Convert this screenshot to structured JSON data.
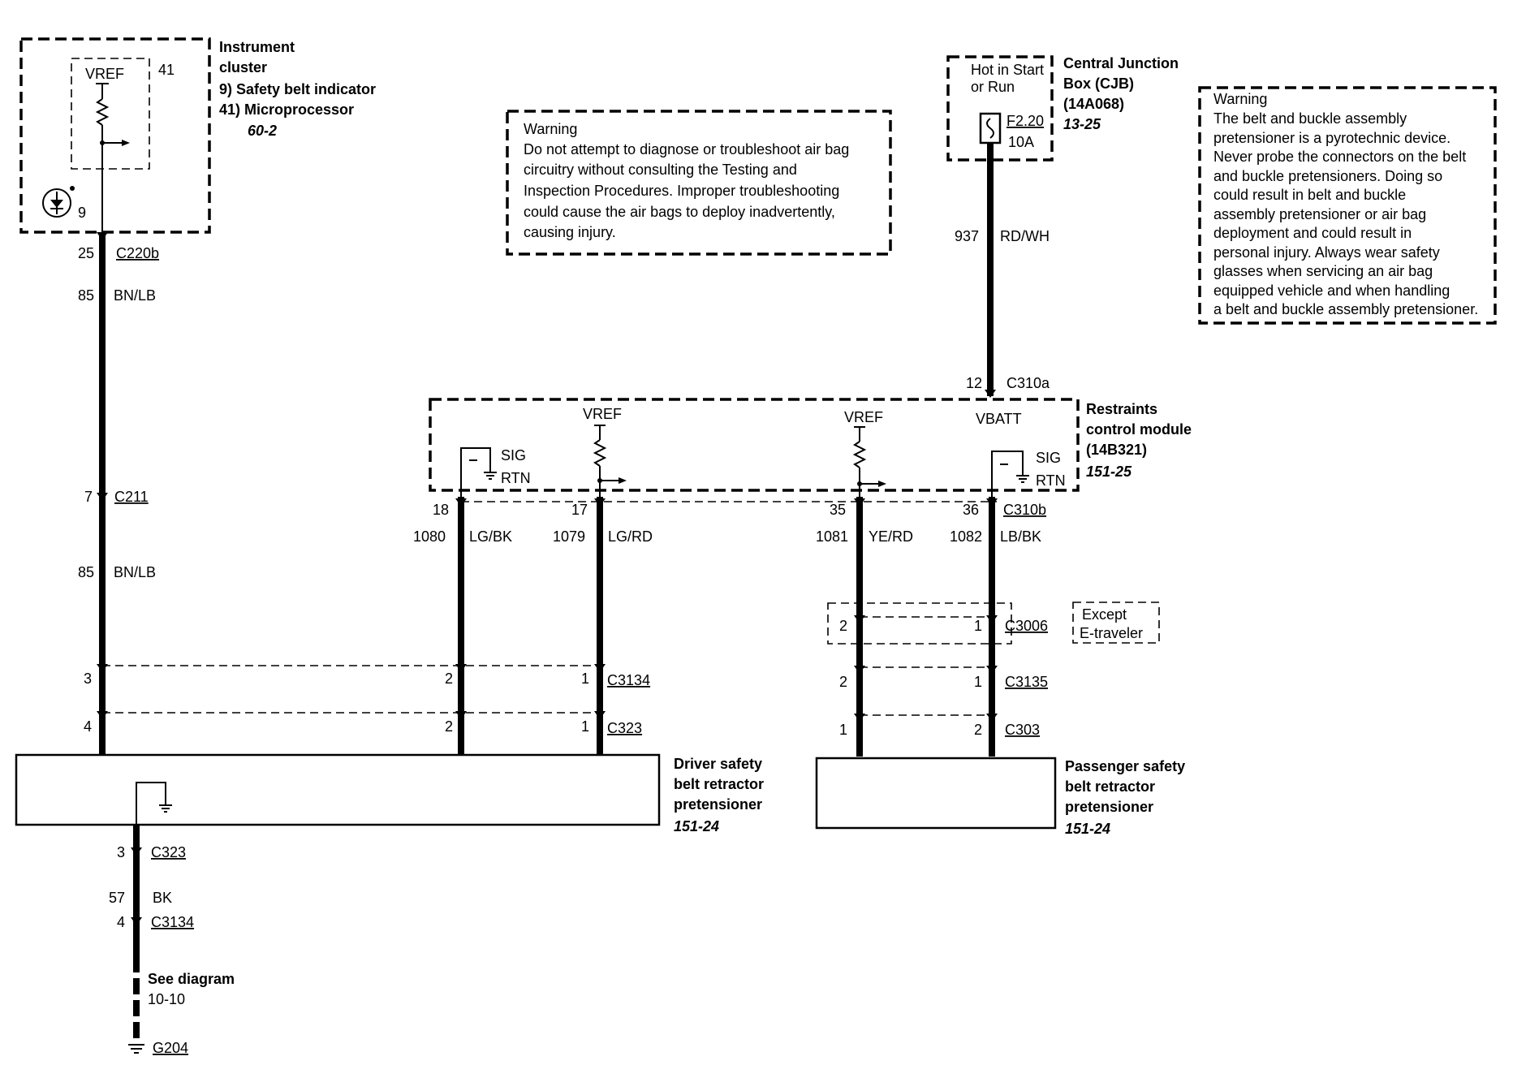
{
  "cluster": {
    "title1": "Instrument",
    "title2": "cluster",
    "item1": "9) Safety belt indicator",
    "item2": "41) Microprocessor",
    "ref": "60-2",
    "vref": "VREF",
    "pin41": "41",
    "pin9": "9"
  },
  "left_wire": {
    "c220b_pin": "25",
    "c220b": "C220b",
    "w1_num": "85",
    "w1_color": "BN/LB",
    "c211_pin": "7",
    "c211": "C211",
    "w2_num": "85",
    "w2_color": "BN/LB",
    "c3134_pin": "3",
    "c323_pin": "4"
  },
  "warning1": {
    "title": "Warning",
    "lines": [
      "Do not attempt to diagnose or troubleshoot air bag",
      "circuitry without consulting the Testing and",
      "Inspection Procedures. Improper troubleshooting",
      "could cause the air bags to deploy inadvertently,",
      "causing injury."
    ]
  },
  "cjb": {
    "hot1": "Hot in Start",
    "hot2": "or Run",
    "fuse": "F2.20",
    "amps": "10A",
    "title1": "Central Junction",
    "title2": "Box (CJB)",
    "title3": "(14A068)",
    "ref": "13-25",
    "wire_num": "937",
    "wire_color": "RD/WH",
    "c310a_pin": "12",
    "c310a": "C310a"
  },
  "warning2": {
    "title": "Warning",
    "lines": [
      "The belt and buckle assembly",
      "pretensioner is a pyrotechnic device.",
      "Never probe the connectors on the belt",
      "and buckle pretensioners. Doing so",
      "could result in belt and buckle",
      "assembly pretensioner or air bag",
      "deployment and could result in",
      "personal injury. Always wear safety",
      "glasses when servicing an air bag",
      "equipped vehicle and when handling",
      "a belt and buckle assembly pretensioner."
    ]
  },
  "rcm": {
    "title1": "Restraints",
    "title2": "control module",
    "title3": "(14B321)",
    "ref": "151-25",
    "sig": "SIG",
    "rtn": "RTN",
    "vref": "VREF",
    "vbatt": "VBATT",
    "sig2": "SIG",
    "rtn2": "RTN",
    "c310b": "C310b"
  },
  "wires": [
    {
      "pin": "18",
      "num": "1080",
      "color": "LG/BK"
    },
    {
      "pin": "17",
      "num": "1079",
      "color": "LG/RD"
    },
    {
      "pin": "35",
      "num": "1081",
      "color": "YE/RD"
    },
    {
      "pin": "36",
      "num": "1082",
      "color": "LB/BK"
    }
  ],
  "driver_connectors": {
    "c3134": "C3134",
    "c3134_p1": "2",
    "c3134_p2": "1",
    "c323": "C323",
    "c323_p1": "2",
    "c323_p2": "1"
  },
  "pass_connectors": {
    "c3006": "C3006",
    "c3006_p1": "2",
    "c3006_p2": "1",
    "except1": "Except",
    "except2": "E-traveler",
    "c3135": "C3135",
    "c3135_p1": "2",
    "c3135_p2": "1",
    "c303": "C303",
    "c303_p1": "1",
    "c303_p2": "2"
  },
  "driver": {
    "title1": "Driver safety",
    "title2": "belt retractor",
    "title3": "pretensioner",
    "ref": "151-24"
  },
  "passenger": {
    "title1": "Passenger safety",
    "title2": "belt retractor",
    "title3": "pretensioner",
    "ref": "151-24"
  },
  "ground": {
    "c323_pin": "3",
    "c323": "C323",
    "wire_num": "57",
    "wire_color": "BK",
    "c3134_pin": "4",
    "c3134": "C3134",
    "see1": "See diagram",
    "see2": "10-10",
    "g204": "G204"
  }
}
